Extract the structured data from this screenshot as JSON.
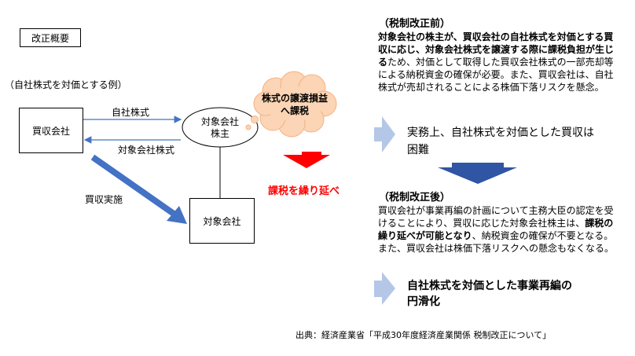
{
  "title": "改正概要",
  "example_label": "（自社株式を対価とする例）",
  "entities": {
    "acquirer": "買収会社",
    "shareholder_line1": "対象会社",
    "shareholder_line2": "株主",
    "target": "対象会社"
  },
  "arrows": {
    "own_shares": "自社株式",
    "target_shares": "対象会社株式",
    "acquisition": "買収実施"
  },
  "cloud": {
    "line1": "株式の譲渡損益",
    "line2": "へ課税"
  },
  "deferral": "課税を繰り延べ",
  "before": {
    "heading": "（税制改正前）",
    "bold_part": "対象会社の株主が、買収会社の自社株式を対価とする買収に応じ、対象会社株式を譲渡する際に課税負担が生じる",
    "normal_part": "ため、対価として取得した買収会社株式の一部売却等による納税資金の確保が必要。また、買収会社は、自社株式が売却されることによる株価下落リスクを懸念。"
  },
  "before_result": {
    "line1": "実務上、自社株式を対価とした買収は",
    "line2": "困難"
  },
  "after": {
    "heading": "（税制改正後）",
    "part1": "買収会社が事業再編の計画について主務大臣の認定を受けることにより、買収に応じた対象会社株主は、",
    "bold_part": "課税の繰り延べが可能となり",
    "part2": "、納税資金の確保が不要となる。また、買収会社は株価下落リスクへの懸念もなくなる。"
  },
  "after_result": {
    "line1": "自社株式を対価とした事業再編の",
    "line2": "円滑化"
  },
  "source": "出典：経済産業省「平成30年度経済産業関係 税制改正について」",
  "colors": {
    "arrow_blue": "#4472c4",
    "light_blue": "#b4c7e7",
    "red": "#ff0000",
    "cloud_fill": "#fbd5b5"
  }
}
